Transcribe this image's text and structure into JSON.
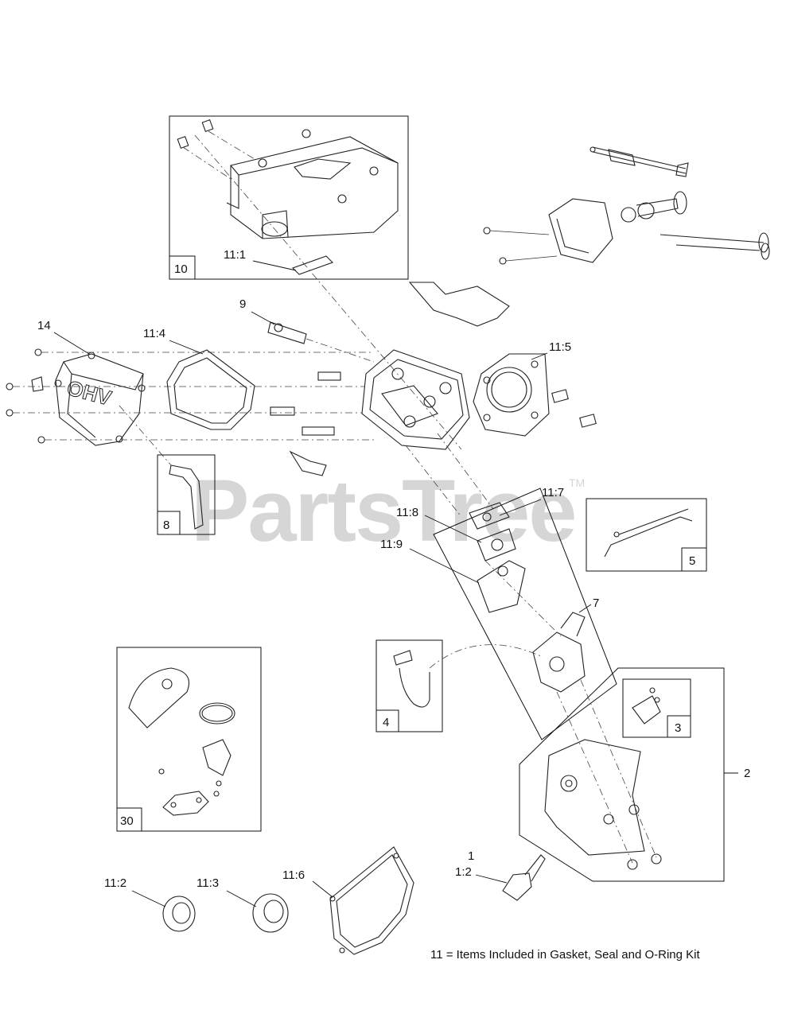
{
  "watermark": {
    "text": "PartsTree",
    "trademark": "TM"
  },
  "callouts": {
    "c1": "1",
    "c1_2": "1:2",
    "c2": "2",
    "c3": "3",
    "c4": "4",
    "c5": "5",
    "c7": "7",
    "c8": "8",
    "c9": "9",
    "c10": "10",
    "c11_1": "11:1",
    "c11_2": "11:2",
    "c11_3": "11:3",
    "c11_4": "11:4",
    "c11_5": "11:5",
    "c11_6": "11:6",
    "c11_7": "11:7",
    "c11_8": "11:8",
    "c11_9": "11:9",
    "c14": "14",
    "c30": "30"
  },
  "cover_logo_text": "OHV",
  "footnote": "11 = Items Included in Gasket, Seal and O-Ring Kit"
}
